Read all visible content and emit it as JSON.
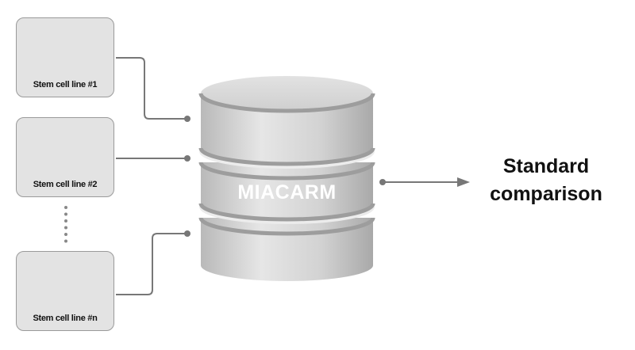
{
  "cell_lines": [
    {
      "label": "Stem cell line #1",
      "cell_color": "#5fa8a6"
    },
    {
      "label": "Stem cell line #2",
      "cell_color": "#5f7fb8"
    },
    {
      "label": "Stem cell line #n",
      "cell_color": "#a8483f"
    }
  ],
  "database": {
    "label": "MIACARM"
  },
  "output": {
    "line1": "Standard",
    "line2": "comparison"
  },
  "colors": {
    "connector": "#777777",
    "box_bg": "#e3e3e3",
    "dish_base": "#f2c39a",
    "dish_rim": "#a9cde6"
  }
}
